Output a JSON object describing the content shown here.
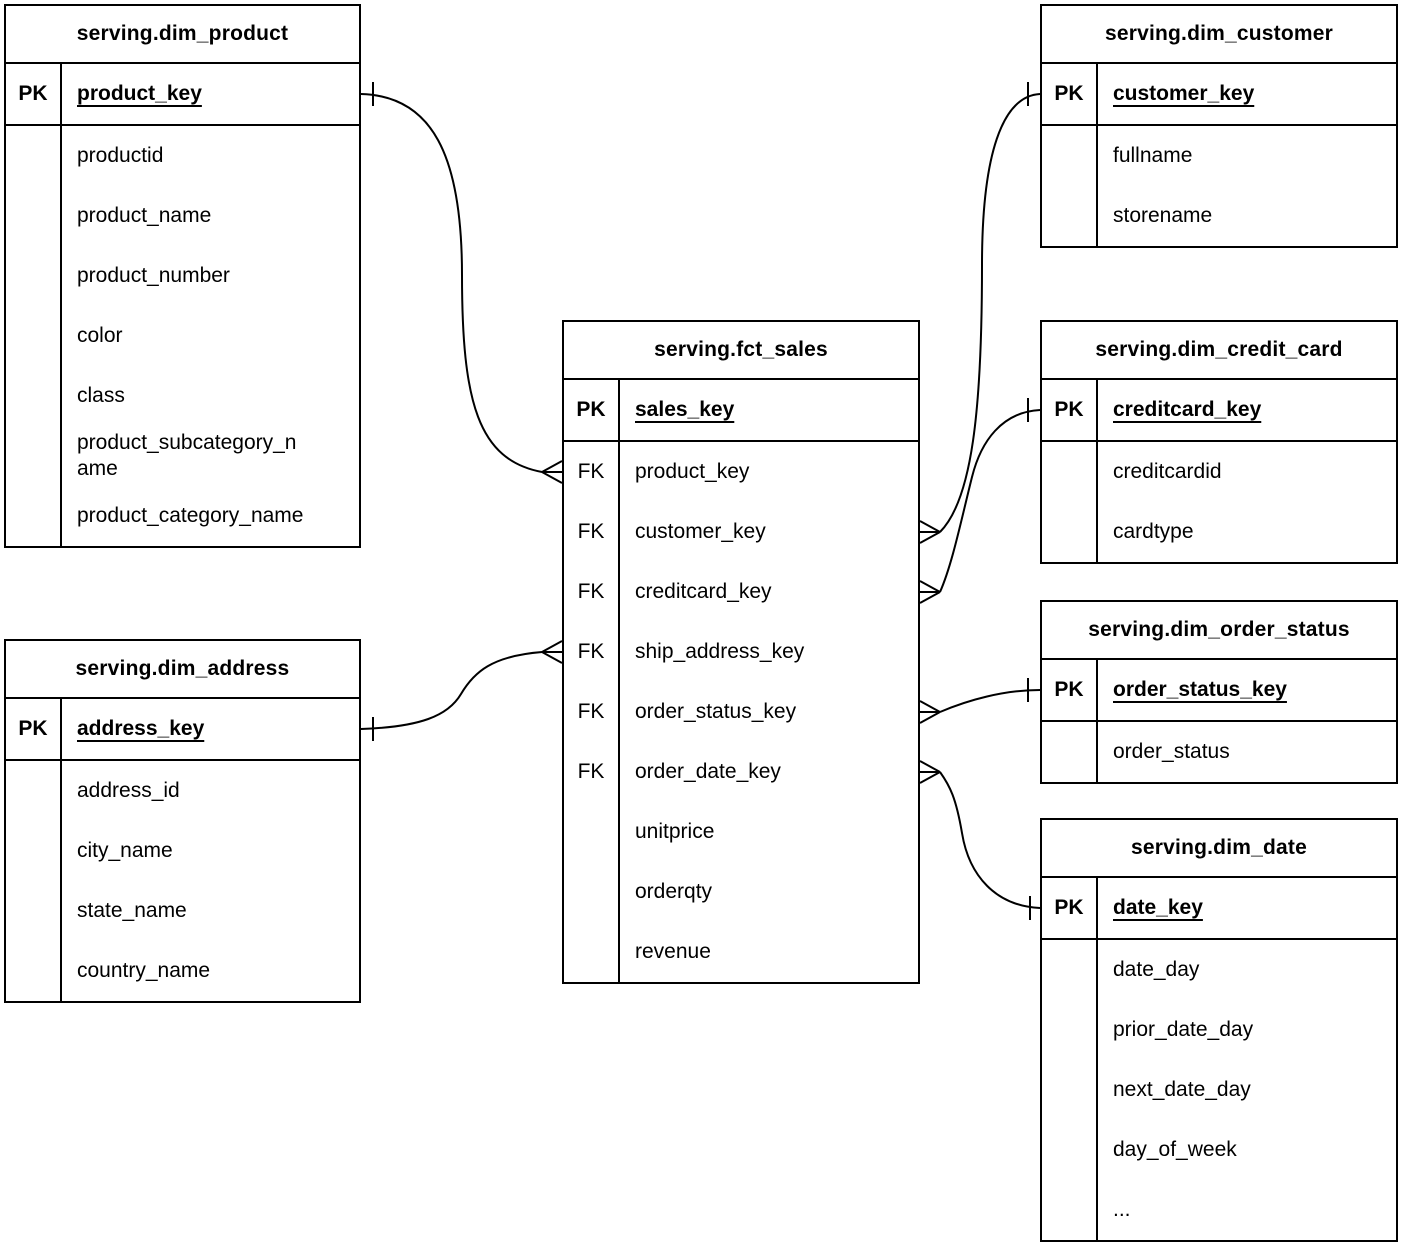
{
  "tables": [
    {
      "id": "dim-product",
      "title": "serving.dim_product",
      "pk": {
        "tag": "PK",
        "name": "product_key"
      },
      "rows": [
        {
          "tag": "",
          "name": "productid"
        },
        {
          "tag": "",
          "name": "product_name"
        },
        {
          "tag": "",
          "name": "product_number"
        },
        {
          "tag": "",
          "name": "color"
        },
        {
          "tag": "",
          "name": "class"
        },
        {
          "tag": "",
          "name": "product_subcategory_name"
        },
        {
          "tag": "",
          "name": "product_category_name"
        }
      ]
    },
    {
      "id": "dim-customer",
      "title": "serving.dim_customer",
      "pk": {
        "tag": "PK",
        "name": "customer_key"
      },
      "rows": [
        {
          "tag": "",
          "name": "fullname"
        },
        {
          "tag": "",
          "name": "storename"
        }
      ]
    },
    {
      "id": "fct-sales",
      "title": "serving.fct_sales",
      "pk": {
        "tag": "PK",
        "name": "sales_key"
      },
      "rows": [
        {
          "tag": "FK",
          "name": "product_key"
        },
        {
          "tag": "FK",
          "name": "customer_key"
        },
        {
          "tag": "FK",
          "name": "creditcard_key"
        },
        {
          "tag": "FK",
          "name": "ship_address_key"
        },
        {
          "tag": "FK",
          "name": "order_status_key"
        },
        {
          "tag": "FK",
          "name": "order_date_key"
        },
        {
          "tag": "",
          "name": "unitprice"
        },
        {
          "tag": "",
          "name": "orderqty"
        },
        {
          "tag": "",
          "name": "revenue"
        }
      ]
    },
    {
      "id": "dim-credit-card",
      "title": "serving.dim_credit_card",
      "pk": {
        "tag": "PK",
        "name": "creditcard_key"
      },
      "rows": [
        {
          "tag": "",
          "name": "creditcardid"
        },
        {
          "tag": "",
          "name": "cardtype"
        }
      ]
    },
    {
      "id": "dim-order-status",
      "title": "serving.dim_order_status",
      "pk": {
        "tag": "PK",
        "name": "order_status_key"
      },
      "rows": [
        {
          "tag": "",
          "name": "order_status"
        }
      ]
    },
    {
      "id": "dim-date",
      "title": "serving.dim_date",
      "pk": {
        "tag": "PK",
        "name": "date_key"
      },
      "rows": [
        {
          "tag": "",
          "name": "date_day"
        },
        {
          "tag": "",
          "name": "prior_date_day"
        },
        {
          "tag": "",
          "name": "next_date_day"
        },
        {
          "tag": "",
          "name": "day_of_week"
        },
        {
          "tag": "",
          "name": "..."
        }
      ]
    },
    {
      "id": "dim-address",
      "title": "serving.dim_address",
      "pk": {
        "tag": "PK",
        "name": "address_key"
      },
      "rows": [
        {
          "tag": "",
          "name": "address_id"
        },
        {
          "tag": "",
          "name": "city_name"
        },
        {
          "tag": "",
          "name": "state_name"
        },
        {
          "tag": "",
          "name": "country_name"
        }
      ]
    }
  ],
  "relationships": [
    {
      "one": "serving.dim_product.product_key",
      "many": "serving.fct_sales.product_key"
    },
    {
      "one": "serving.dim_customer.customer_key",
      "many": "serving.fct_sales.customer_key"
    },
    {
      "one": "serving.dim_credit_card.creditcard_key",
      "many": "serving.fct_sales.creditcard_key"
    },
    {
      "one": "serving.dim_address.address_key",
      "many": "serving.fct_sales.ship_address_key"
    },
    {
      "one": "serving.dim_order_status.order_status_key",
      "many": "serving.fct_sales.order_status_key"
    },
    {
      "one": "serving.dim_date.date_key",
      "many": "serving.fct_sales.order_date_key"
    }
  ],
  "colors": {
    "line": "#000000",
    "text": "#000000",
    "background": "#ffffff"
  }
}
